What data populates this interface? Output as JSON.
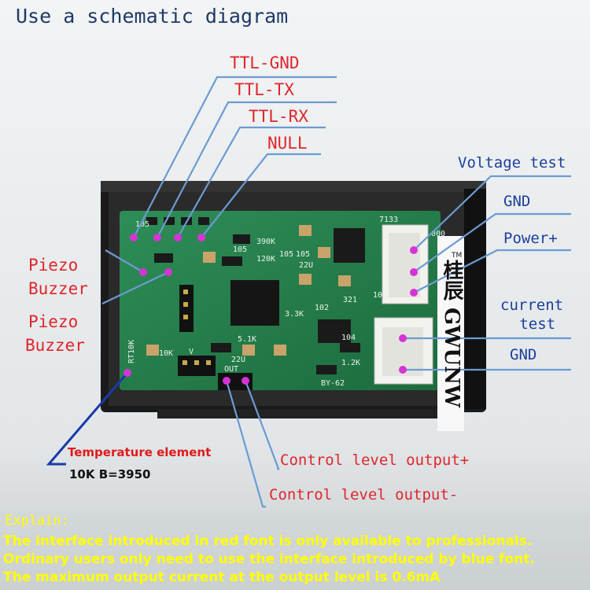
{
  "title": "Use a schematic diagram",
  "labels": {
    "ttl_gnd": "TTL-GND",
    "ttl_tx": "TTL-TX",
    "ttl_rx": "TTL-RX",
    "null": "NULL",
    "voltage_test": "Voltage test",
    "gnd_top": "GND",
    "power_plus": "Power+",
    "current_test_line1": "current",
    "current_test_line2": "test",
    "gnd_bottom": "GND",
    "piezo1_line1": "Piezo",
    "piezo1_line2": "Buzzer",
    "piezo2_line1": "Piezo",
    "piezo2_line2": "Buzzer",
    "temp_line1": "Temperature element",
    "temp_line2": "10K B=3950",
    "control_plus": "Control level output+",
    "control_minus": "Control level output-"
  },
  "board": {
    "silkscreen_model": "BY-62",
    "silkscreen_out": "OUT",
    "silkscreen_rt": "RT10K",
    "silkscreen_10k": "10K",
    "silkscreen_v": "V",
    "resistor_labels": [
      "105",
      "390K",
      "120K",
      "105",
      "105",
      "22U",
      "5.1K",
      "22U",
      "104",
      "1.2K",
      "3.3K",
      "102",
      "7133",
      "000",
      "105",
      "105",
      "321"
    ]
  },
  "brand": {
    "vertical_text": "桂辰 GWUNW",
    "tm": "TM"
  },
  "explain": {
    "heading": "Explain:",
    "line1": "The interface introduced in red font is only available to professionals.",
    "line2": "Ordinary users only need to use the interface introduced by blue font.",
    "line3": "The maximum output current at the output level is 0.6mA"
  },
  "colors": {
    "red_label": "#e0262b",
    "blue_label": "#1b3f9a",
    "explain": "#ffff00",
    "leader_line": "#6c9bd2",
    "marker": "#d633d6",
    "pcb": "#1f7a46",
    "case": "#1a1a1a"
  }
}
